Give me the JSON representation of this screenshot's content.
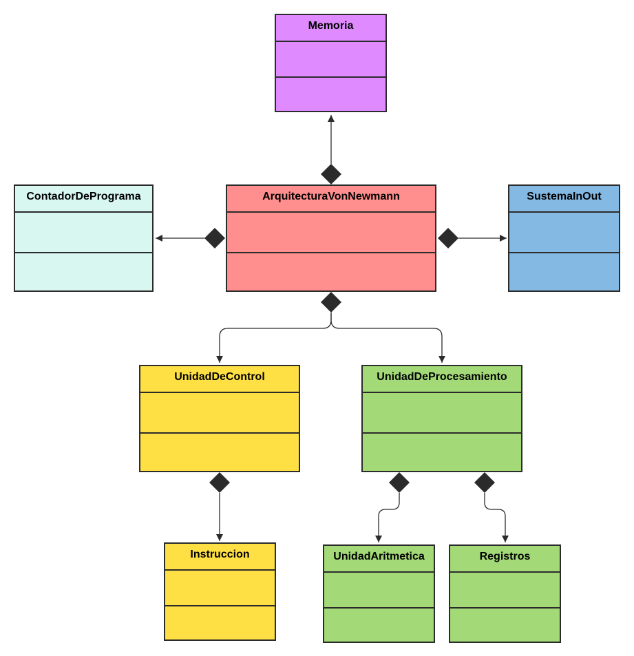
{
  "colors": {
    "memoria": "#df8bff",
    "arquitectura": "#ff8e8e",
    "contador": "#d8f7f1",
    "sistema": "#84b9e3",
    "control": "#ffe044",
    "instruccion": "#ffe044",
    "procesamiento": "#a3d977",
    "aritmetica": "#a3d977",
    "registros": "#a3d977",
    "stroke": "#2b2b2b"
  },
  "classes": {
    "memoria": {
      "name": "Memoria"
    },
    "arquitectura": {
      "name": "ArquitecturaVonNewmann"
    },
    "contador": {
      "name": "ContadorDePrograma"
    },
    "sistema": {
      "name": "SustemaInOut"
    },
    "control": {
      "name": "UnidadDeControl"
    },
    "procesamiento": {
      "name": "UnidadDeProcesamiento"
    },
    "instruccion": {
      "name": "Instruccion"
    },
    "aritmetica": {
      "name": "UnidadAritmetica"
    },
    "registros": {
      "name": "Registros"
    }
  },
  "relationships": [
    {
      "type": "composition",
      "whole": "ArquitecturaVonNewmann",
      "part": "Memoria"
    },
    {
      "type": "composition",
      "whole": "ArquitecturaVonNewmann",
      "part": "ContadorDePrograma"
    },
    {
      "type": "composition",
      "whole": "ArquitecturaVonNewmann",
      "part": "SustemaInOut"
    },
    {
      "type": "composition",
      "whole": "ArquitecturaVonNewmann",
      "part": "UnidadDeControl"
    },
    {
      "type": "composition",
      "whole": "ArquitecturaVonNewmann",
      "part": "UnidadDeProcesamiento"
    },
    {
      "type": "composition",
      "whole": "UnidadDeControl",
      "part": "Instruccion"
    },
    {
      "type": "composition",
      "whole": "UnidadDeProcesamiento",
      "part": "UnidadAritmetica"
    },
    {
      "type": "composition",
      "whole": "UnidadDeProcesamiento",
      "part": "Registros"
    }
  ]
}
